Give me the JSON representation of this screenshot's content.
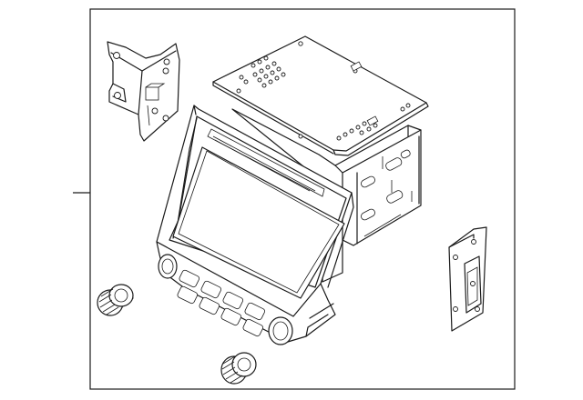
{
  "diagram": {
    "components": [
      "frame-border",
      "leader-line",
      "mounting-bracket-left",
      "circuit-board-cover",
      "radio-chassis",
      "head-unit-display",
      "control-panel",
      "volume-knob",
      "tuning-knob",
      "mounting-bracket-right"
    ],
    "colors": {
      "line": "#1a1a1a",
      "background": "#ffffff"
    }
  }
}
